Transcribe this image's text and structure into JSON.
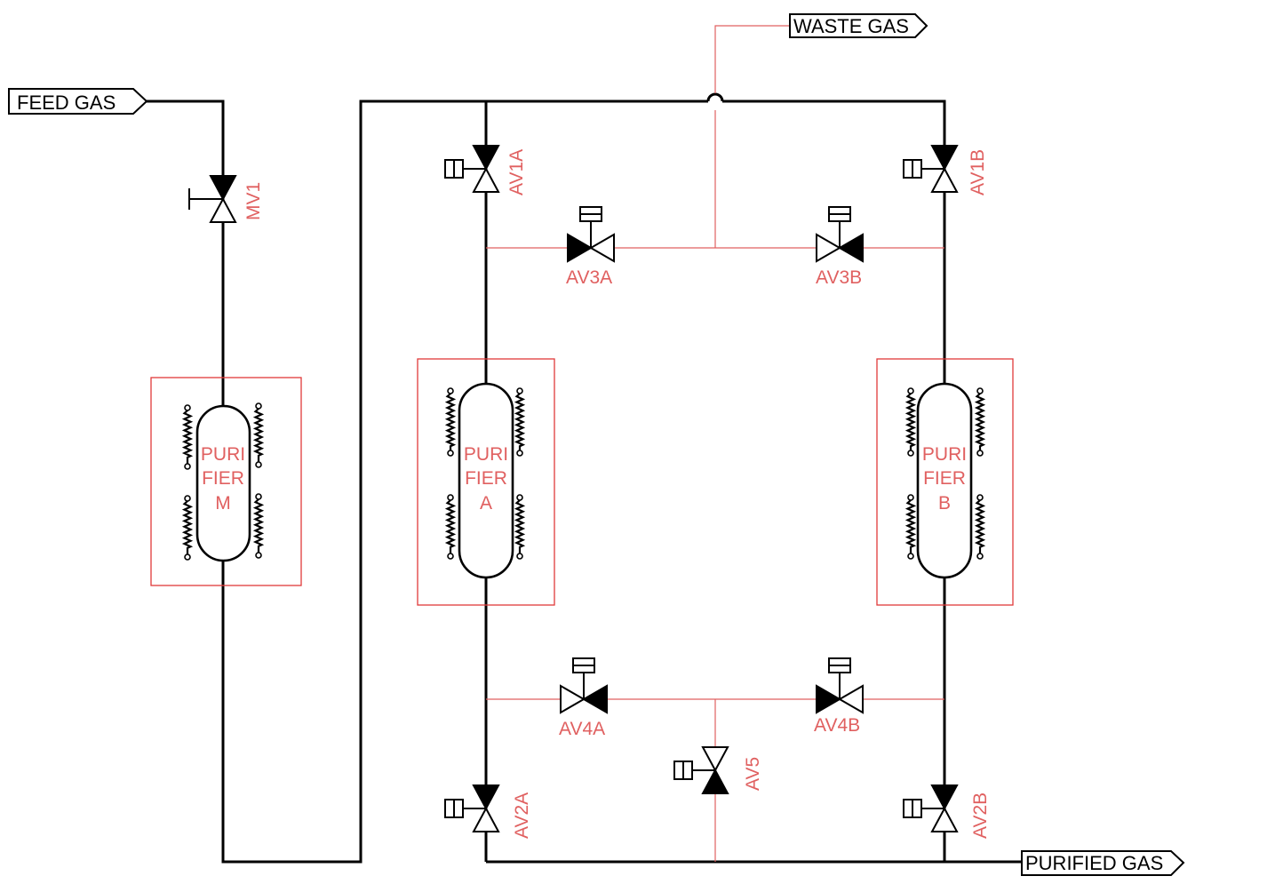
{
  "streams": {
    "feed": "FEED GAS",
    "waste": "WASTE GAS",
    "purified": "PURIFIED GAS"
  },
  "valves": {
    "mv1": "MV1",
    "av1a": "AV1A",
    "av1b": "AV1B",
    "av2a": "AV2A",
    "av2b": "AV2B",
    "av3a": "AV3A",
    "av3b": "AV3B",
    "av4a": "AV4A",
    "av4b": "AV4B",
    "av5": "AV5"
  },
  "purifiers": {
    "m": [
      "PURI",
      "FIER",
      "M"
    ],
    "a": [
      "PURI",
      "FIER",
      "A"
    ],
    "b": [
      "PURI",
      "FIER",
      "B"
    ]
  },
  "colors": {
    "pipe": "#000000",
    "annotation": "#e06060",
    "frame": "#e03a3a"
  }
}
